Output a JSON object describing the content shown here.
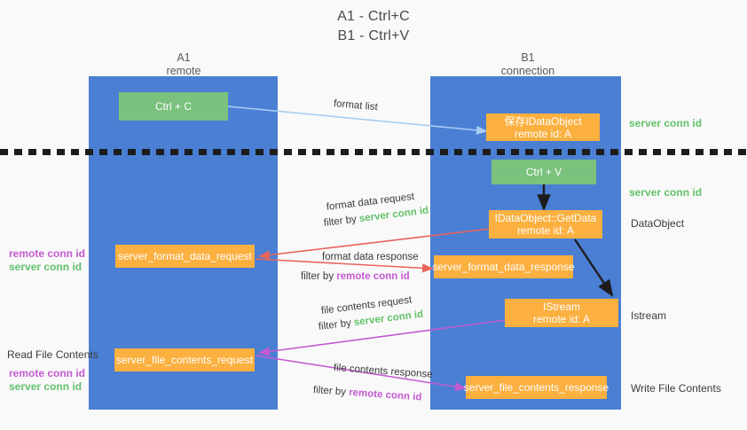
{
  "title": {
    "line1": "A1 - Ctrl+C",
    "line2": "B1 - Ctrl+V"
  },
  "columns": {
    "left": {
      "name": "A1",
      "sub": "remote"
    },
    "right": {
      "name": "B1",
      "sub": "connection"
    }
  },
  "nodes": {
    "ctrl_c": {
      "label": "Ctrl + C"
    },
    "ctrl_v": {
      "label": "Ctrl + V"
    },
    "save_idataobject": {
      "line1": "保存IDataObject",
      "line2": "remote id: A"
    },
    "getdata": {
      "line1": "IDataObject::GetData",
      "line2": "remote id: A"
    },
    "istream": {
      "line1": "IStream",
      "line2": "remote id: A"
    },
    "server_format_data_request": {
      "label": "server_format_data_request"
    },
    "server_format_data_response": {
      "label": "server_format_data_response"
    },
    "server_file_contents_request": {
      "label": "server_file_contents_request"
    },
    "server_file_contents_response": {
      "label": "server_file_contents_response"
    }
  },
  "right_labels": {
    "server_conn_id_1": "server conn id",
    "server_conn_id_2": "server conn id",
    "dataobject": "DataObject",
    "istream": "Istream",
    "write_file_contents": "Write File Contents"
  },
  "left_labels": {
    "remote_conn_id_1": "remote conn id",
    "server_conn_id_1": "server conn id",
    "read_file_contents": "Read File Contents",
    "remote_conn_id_2": "remote conn id",
    "server_conn_id_2": "server conn id"
  },
  "edges": {
    "format_list": "format list",
    "format_data_request": "format data request",
    "format_data_request_filter_pre": "filter by ",
    "format_data_request_filter_key": "server conn id",
    "format_data_response": "format data response",
    "format_data_response_filter_pre": "filter by ",
    "format_data_response_filter_key": "remote conn id",
    "file_contents_request": "file contents request",
    "file_contents_request_filter_pre": "filter by ",
    "file_contents_request_filter_key": "server conn id",
    "file_contents_response": "file contents response",
    "file_contents_response_filter_pre": "filter by ",
    "file_contents_response_filter_key": "remote conn id"
  },
  "colors": {
    "lane": "#4a7fd4",
    "node_orange": "#fbb040",
    "node_green": "#7ac27e",
    "arrow_blue": "#a8cdf0",
    "arrow_red": "#e8645a",
    "arrow_purple": "#c45ad0",
    "arrow_black": "#1c1c1c",
    "text_green": "#62c16a",
    "text_purple": "#c45ad0",
    "background": "#f9f9f9"
  }
}
